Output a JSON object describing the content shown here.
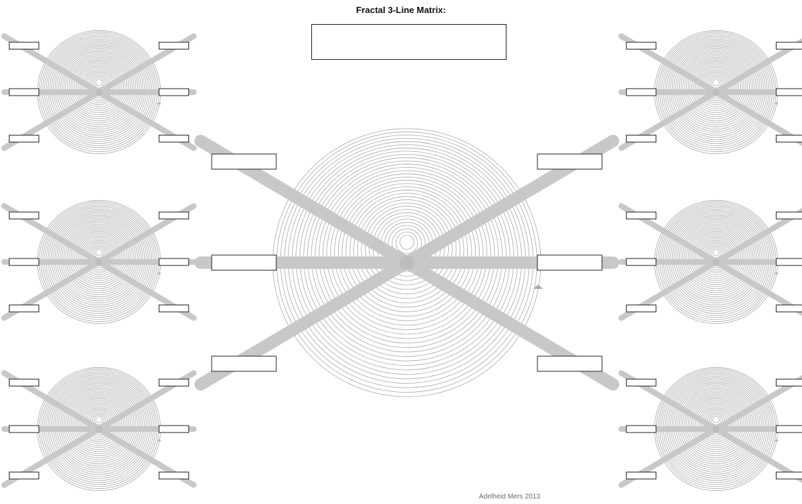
{
  "title": "Fractal 3-Line Matrix:",
  "credit": "Adelheid Mers 2013",
  "colors": {
    "bar": "#c8c8c8",
    "ring": "#a8a8a8",
    "box_border": "#222222",
    "box_fill": "#ffffff"
  },
  "title_box_text": "",
  "matrices": [
    {
      "id": "center",
      "labels": [
        "",
        "",
        "",
        "",
        "",
        ""
      ]
    },
    {
      "id": "left-top",
      "labels": [
        "",
        "",
        "",
        "",
        "",
        ""
      ]
    },
    {
      "id": "left-middle",
      "labels": [
        "",
        "",
        "",
        "",
        "",
        ""
      ]
    },
    {
      "id": "left-bottom",
      "labels": [
        "",
        "",
        "",
        "",
        "",
        ""
      ]
    },
    {
      "id": "right-top",
      "labels": [
        "",
        "",
        "",
        "",
        "",
        ""
      ]
    },
    {
      "id": "right-middle",
      "labels": [
        "",
        "",
        "",
        "",
        "",
        ""
      ]
    },
    {
      "id": "right-bottom",
      "labels": [
        "",
        "",
        "",
        "",
        "",
        ""
      ]
    }
  ]
}
